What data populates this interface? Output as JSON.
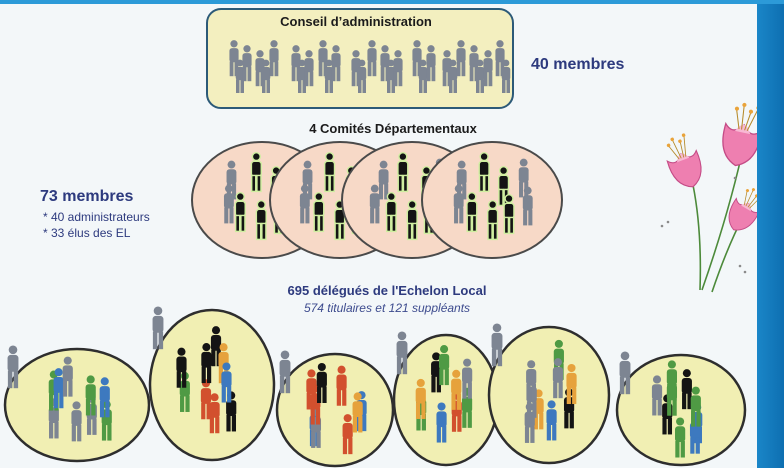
{
  "board": {
    "title": "Conseil d’administration",
    "count": "40 membres"
  },
  "committees": {
    "title": "4 Comités Départementaux",
    "count": "73 membres",
    "lines": [
      "* 40 administrateurs",
      "* 33 élus des EL"
    ]
  },
  "delegates": {
    "title": "695 délégués de l'Echelon Local",
    "subtitle": "574 titulaires et 121 suppléants"
  },
  "colors": {
    "board_fill": "#f3efbf",
    "board_border": "#2c5a78",
    "committee_fill": "#f7d9c7",
    "delegate_fill": "#f1efb3",
    "person_gray": "#7d8592",
    "person_black": "#141414",
    "heading_blue": "#2d3a7e",
    "flower_pink": "#ee7fb0"
  },
  "icons": {
    "person": "person-silhouette-icon",
    "decoration": "pink-tulip-flowers"
  }
}
